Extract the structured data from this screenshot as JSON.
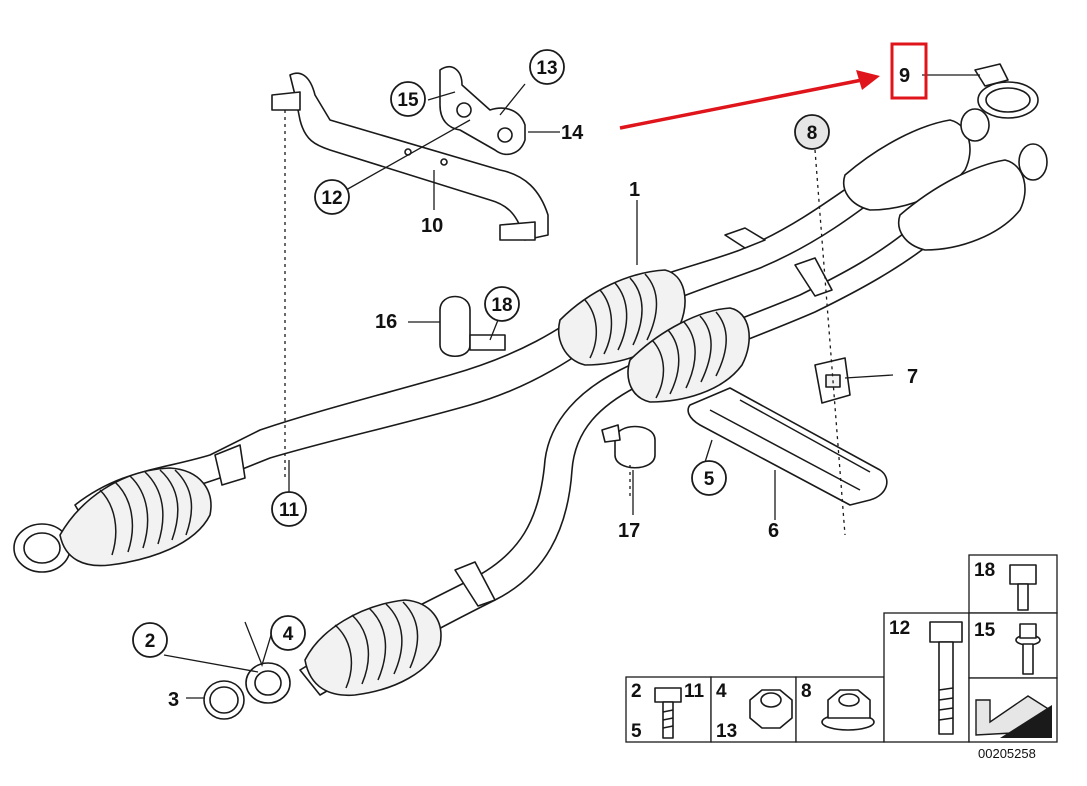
{
  "diagram_code": "00205258",
  "highlight": {
    "color": "#e0141b",
    "label": "9"
  },
  "callouts": {
    "c1": "1",
    "c2": "2",
    "c3": "3",
    "c4": "4",
    "c5": "5",
    "c6": "6",
    "c7": "7",
    "c8": "8",
    "c9": "9",
    "c10": "10",
    "c11": "11",
    "c12": "12",
    "c13": "13",
    "c14": "14",
    "c15": "15",
    "c16": "16",
    "c17": "17",
    "c18": "18"
  },
  "hardware_table": {
    "cell_a": [
      "2",
      "11",
      "5"
    ],
    "cell_b": [
      "4",
      "13"
    ],
    "cell_c": [
      "8"
    ],
    "cell_d": [
      "12"
    ],
    "cell_e": [
      "18"
    ],
    "cell_f": [
      "15"
    ]
  }
}
